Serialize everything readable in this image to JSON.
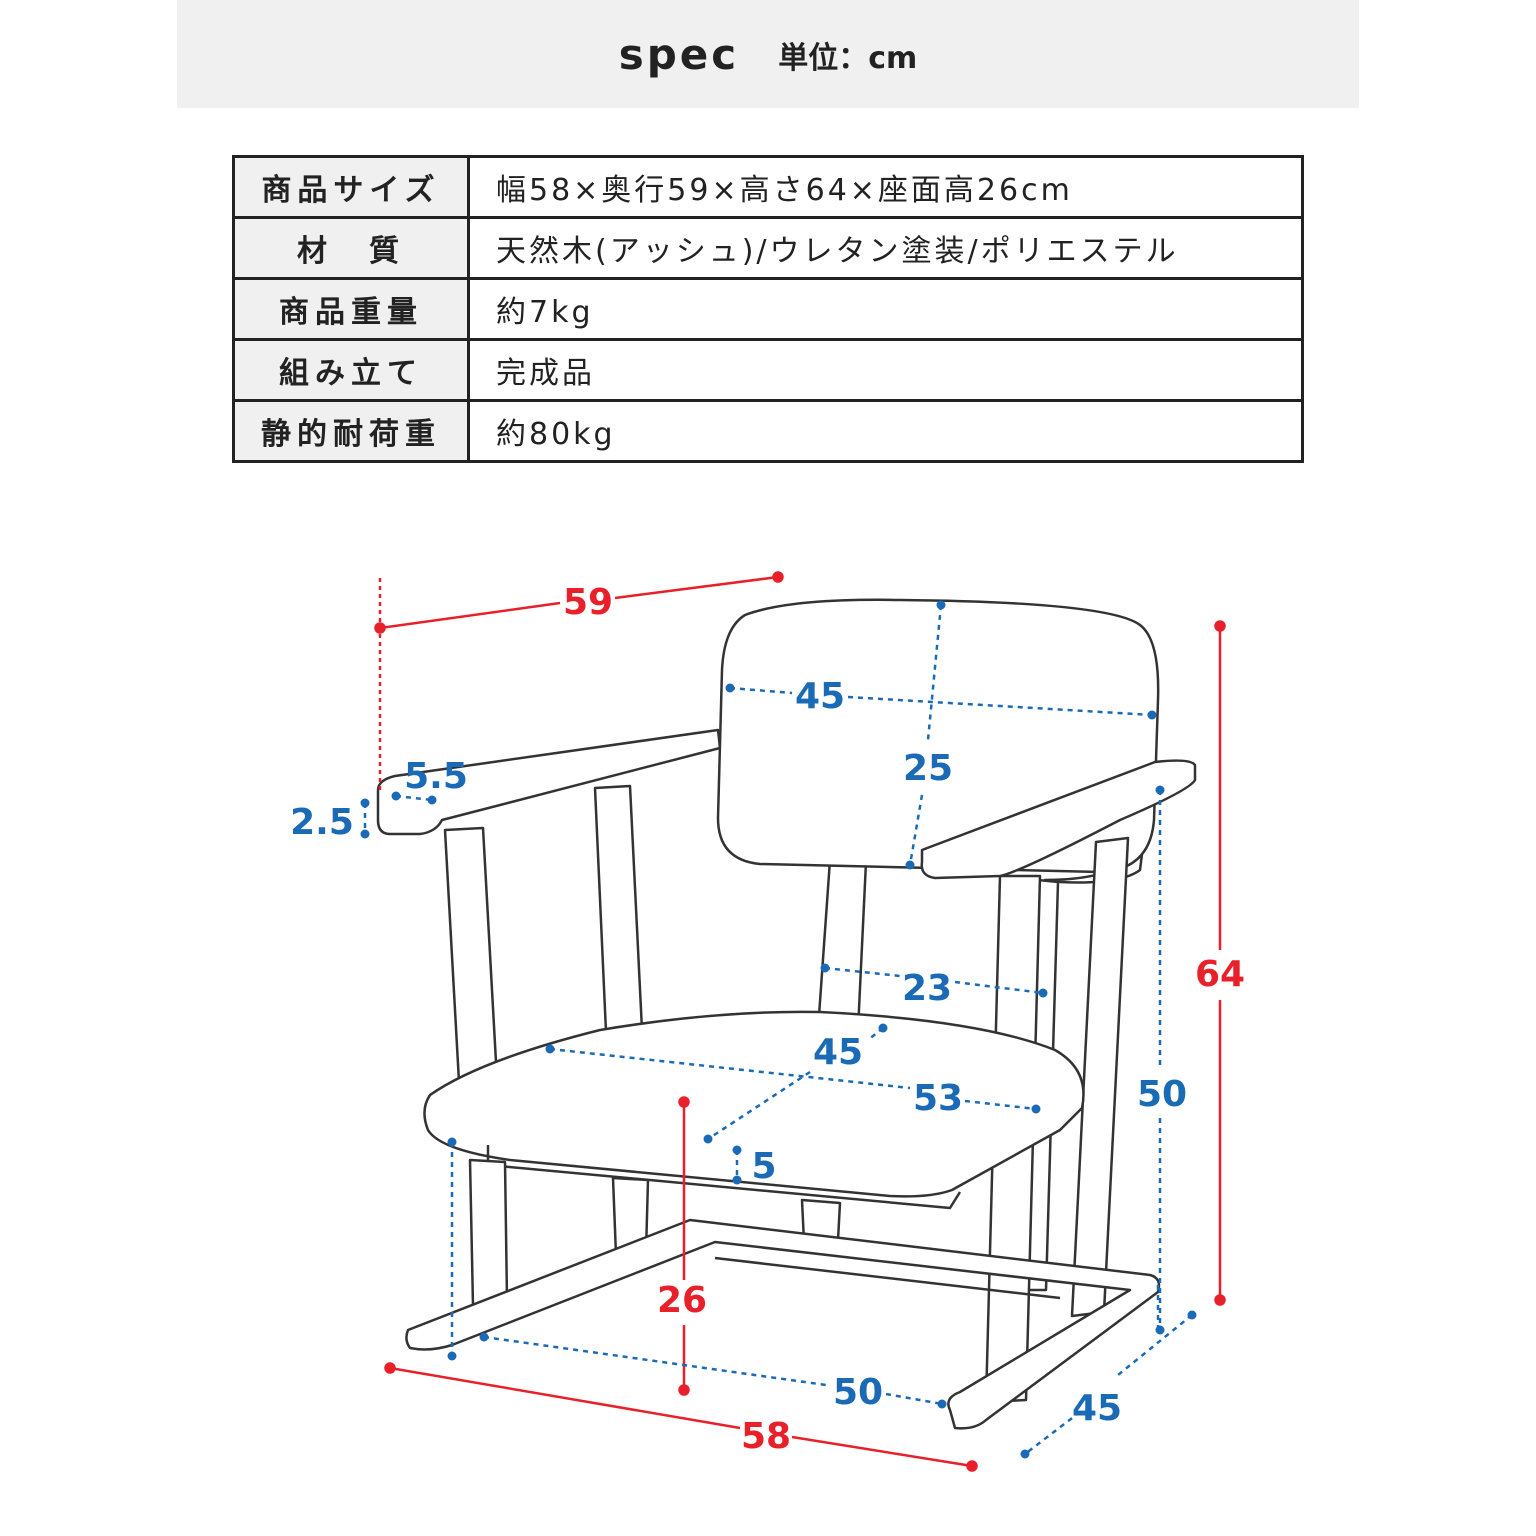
{
  "header": {
    "title": "spec",
    "unit": "単位：cm"
  },
  "spec_table": {
    "rows": [
      {
        "label": "商品サイズ",
        "value": "幅58×奥行59×高さ64×座面高26cm"
      },
      {
        "label": "材　質",
        "value": "天然木(アッシュ)/ウレタン塗装/ポリエステル"
      },
      {
        "label": "商品重量",
        "value": "約7kg"
      },
      {
        "label": "組み立て",
        "value": "完成品"
      },
      {
        "label": "静的耐荷重",
        "value": "約80kg"
      }
    ]
  },
  "dimensions": {
    "overall_depth": "59",
    "overall_width": "58",
    "overall_height": "64",
    "seat_height": "26",
    "backrest_width": "45",
    "backrest_height": "25",
    "armrest_width": "5.5",
    "armrest_thickness": "2.5",
    "back_leg_inner": "23",
    "seat_depth": "45",
    "seat_width": "53",
    "seat_thickness": "5",
    "arm_height": "50",
    "base_inner_width": "50",
    "base_depth": "45"
  },
  "colors": {
    "outer_dimension": "#e8202a",
    "inner_dimension": "#1a6ab5",
    "line": "#333333"
  }
}
